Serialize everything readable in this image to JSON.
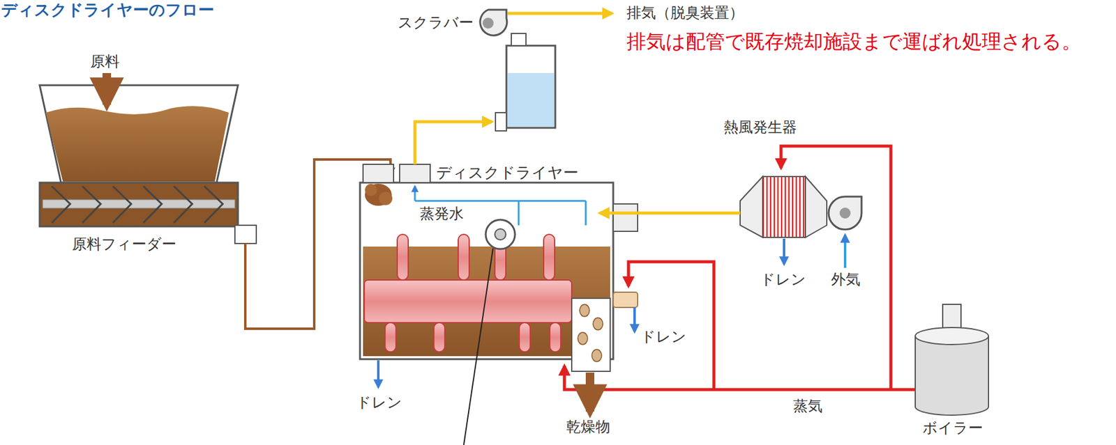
{
  "diagram": {
    "title": "ディスクドライヤーのフロー",
    "labels": [
      "排気（脱臭装置）",
      "スクラバー",
      "排気は配管で既存焼却施設まで運ばれ処理される。",
      "原料",
      "熱風発生器",
      "ディスクドライヤー",
      "蒸発水",
      "原料フィーダー",
      "ドレン",
      "外気",
      "ドレン",
      "ドレン",
      "乾燥物",
      "蒸気",
      "ボイラー"
    ]
  }
}
